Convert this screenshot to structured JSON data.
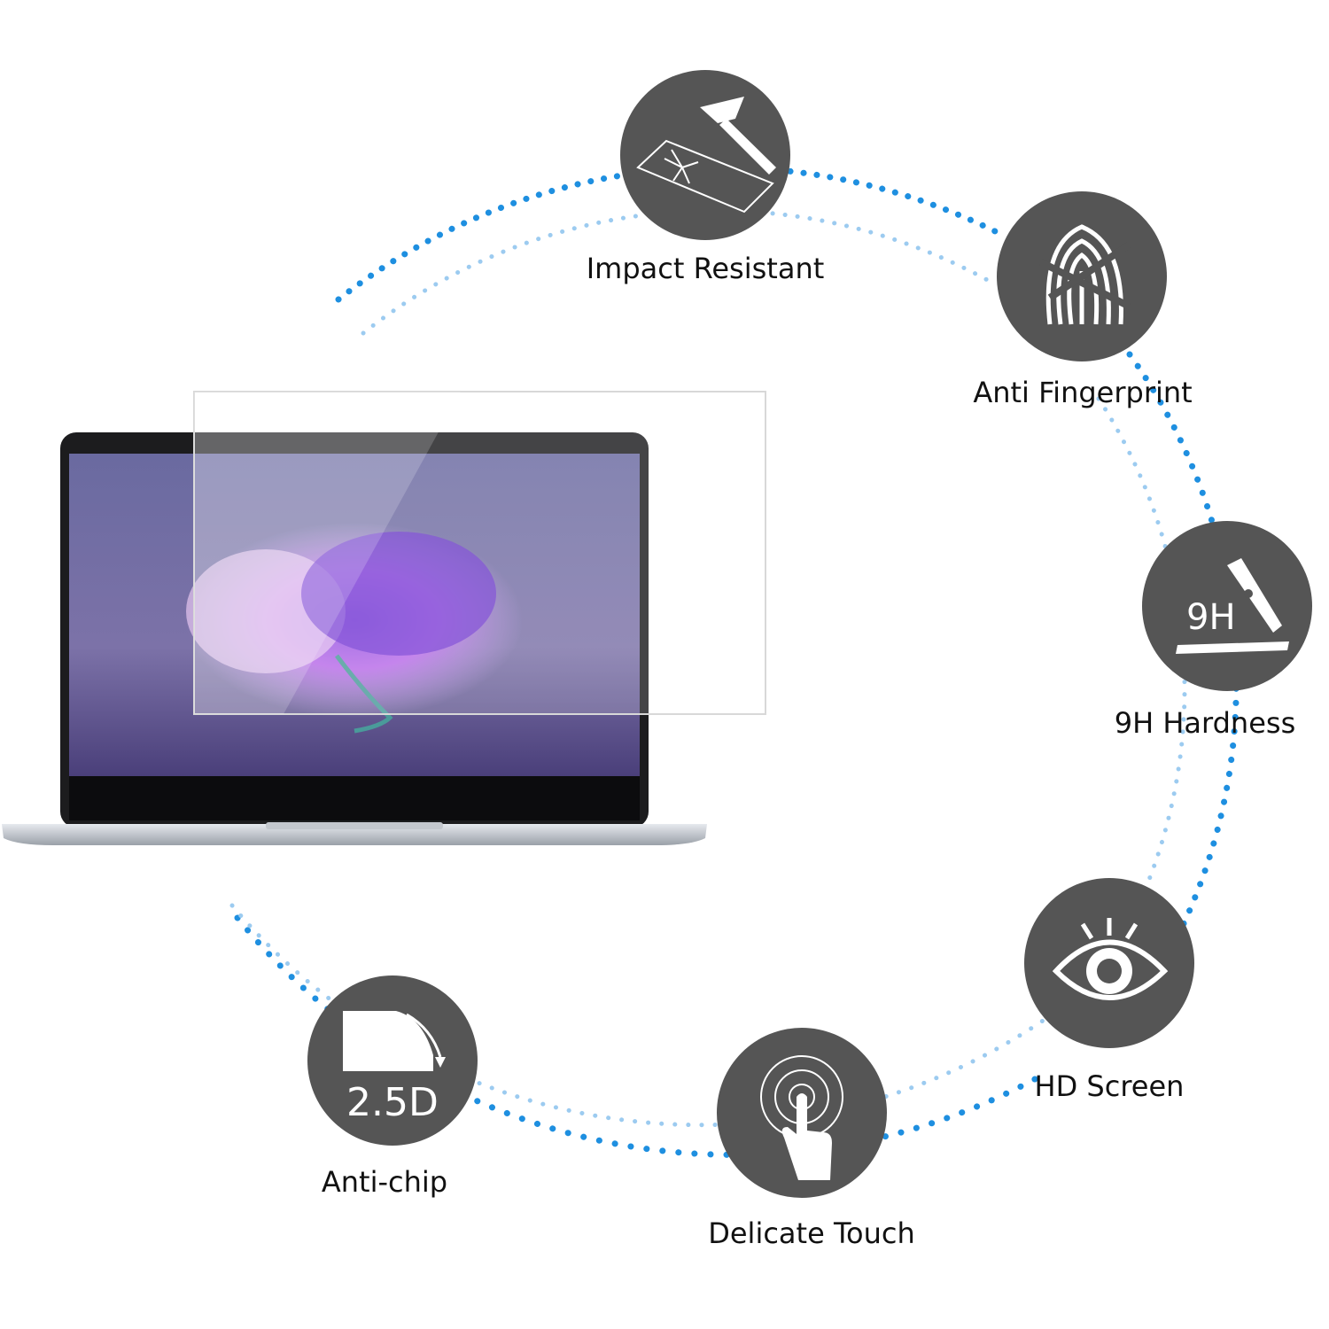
{
  "features": [
    {
      "id": "impact",
      "label": "Impact Resistant",
      "icon": "hammer-glass-icon"
    },
    {
      "id": "fingerprint",
      "label": "Anti Fingerprint",
      "icon": "fingerprint-icon"
    },
    {
      "id": "hardness",
      "label": "9H Hardness",
      "icon": "blade-9h-icon",
      "icon_text": "9H"
    },
    {
      "id": "hd",
      "label": "HD Screen",
      "icon": "eye-icon"
    },
    {
      "id": "touch",
      "label": "Delicate Touch",
      "icon": "finger-touch-icon"
    },
    {
      "id": "chip",
      "label": "Anti-chip",
      "icon": "curved-edge-icon",
      "icon_text": "2.5D"
    }
  ],
  "colors": {
    "badge": "#555555",
    "dots": "#1e8fe0",
    "dots_light": "#9ccbf0",
    "screen_top": "#6a6aa0",
    "screen_bottom": "#4a3f7a"
  }
}
